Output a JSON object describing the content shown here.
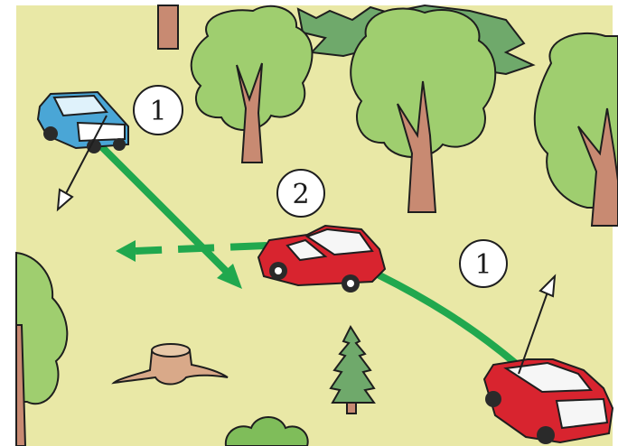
{
  "markers": [
    {
      "id": "marker-1-top",
      "label": "1"
    },
    {
      "id": "marker-2",
      "label": "2"
    },
    {
      "id": "marker-1-right",
      "label": "1"
    }
  ],
  "colors": {
    "ground": "#e9e8a6",
    "tree_light": "#9fce6f",
    "tree_mid": "#7fbd5a",
    "conifer": "#6fa96b",
    "trunk": "#c88a72",
    "path": "#21a84e",
    "car_blue": "#4aa6d6",
    "car_red": "#d8242f"
  },
  "icons": [
    "deciduous-tree-icon",
    "conifer-tree-icon",
    "tree-stump-icon",
    "bush-icon",
    "car-icon",
    "direction-arrow-icon"
  ]
}
